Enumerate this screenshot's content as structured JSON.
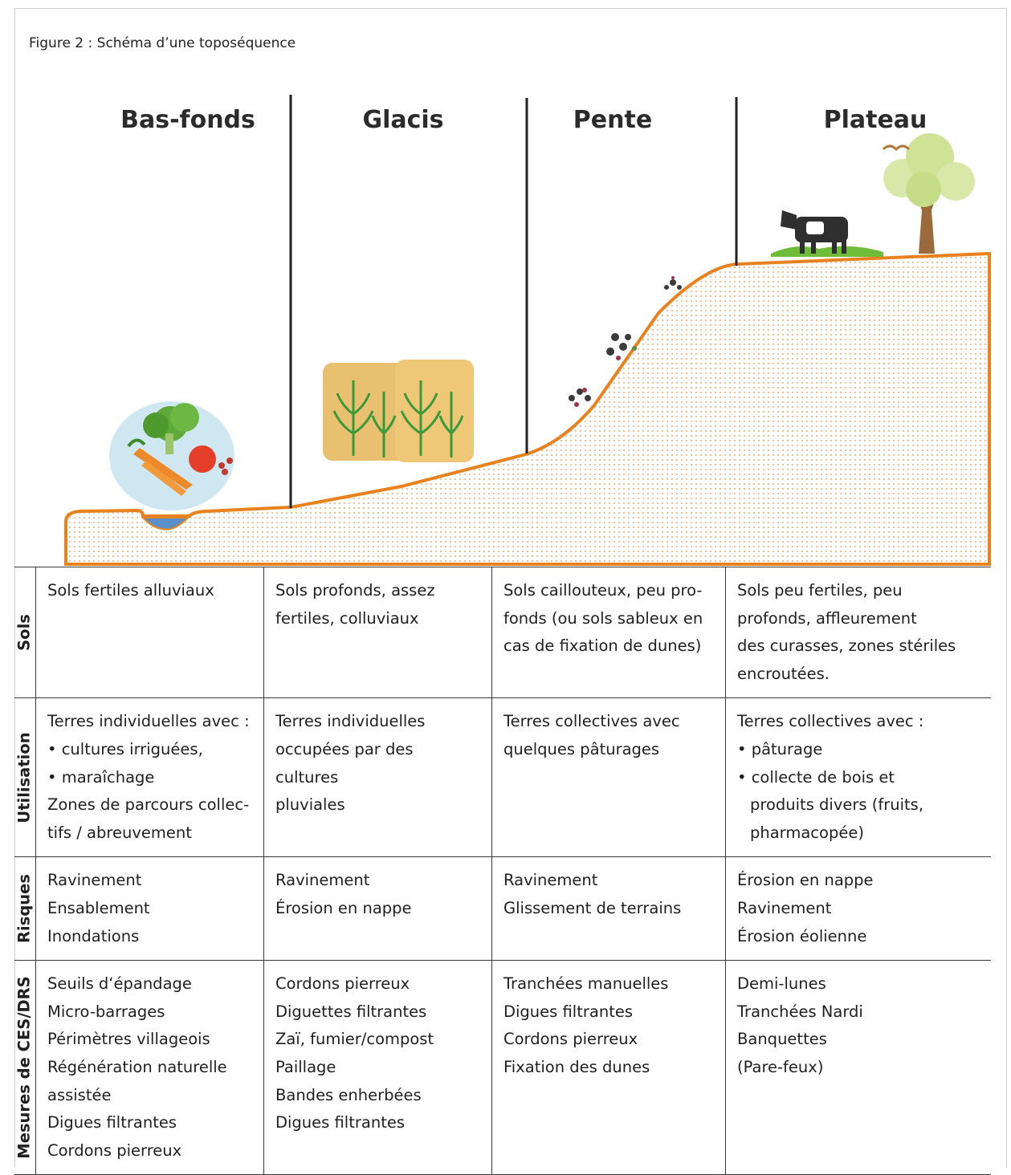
{
  "caption": "Figure 2 : Schéma d’une toposéquence",
  "zones": [
    "Bas-fonds",
    "Glacis",
    "Pente",
    "Plateau"
  ],
  "rows": [
    {
      "label": "Sols",
      "cells": [
        [
          "Sols fertiles alluviaux"
        ],
        [
          "Sols profonds, assez",
          "fertiles, colluviaux"
        ],
        [
          "Sols caillouteux, peu pro-",
          "fonds (ou sols sableux en",
          "cas de fixation de dunes)"
        ],
        [
          "Sols peu fertiles, peu",
          "profonds, affleurement",
          "des curasses, zones stériles",
          "encroutées."
        ]
      ]
    },
    {
      "label": "Utilisation",
      "cells": [
        [
          "Terres individuelles avec :",
          "• cultures irriguées,",
          "• maraîchage",
          "Zones de parcours collec-",
          "tifs  / abreuvement"
        ],
        [
          "Terres individuelles",
          "occupées par des cultures",
          "pluviales"
        ],
        [
          "Terres collectives  avec",
          "quelques pâturages"
        ],
        [
          "Terres collectives  avec :",
          "• pâturage",
          "• collecte de bois et",
          "produits divers (fruits,",
          "pharmacopée)"
        ]
      ]
    },
    {
      "label": "Risques",
      "cells": [
        [
          "Ravinement",
          "Ensablement",
          "Inondations"
        ],
        [
          "Ravinement",
          "Érosion en nappe"
        ],
        [
          "Ravinement",
          "Glissement de terrains"
        ],
        [
          "Érosion en nappe",
          "Ravinement",
          "Érosion éolienne"
        ]
      ]
    },
    {
      "label": "Mesures de CES/DRS",
      "cells": [
        [
          "Seuils d‘épandage",
          "Micro-barrages",
          "Périmètres villageois",
          "Régénération naturelle",
          "assistée",
          "Digues filtrantes",
          "Cordons pierreux"
        ],
        [
          "Cordons pierreux",
          "Diguettes filtrantes",
          "Zaï, fumier/compost",
          "Paillage",
          "Bandes enherbées",
          "Digues filtrantes"
        ],
        [
          "Tranchées manuelles",
          "Digues filtrantes",
          "Cordons pierreux",
          "Fixation des dunes"
        ],
        [
          "Demi-lunes",
          "Tranchées Nardi",
          "Banquettes",
          "(Pare-feux)"
        ]
      ]
    }
  ],
  "colors": {
    "ground_line": "#e8821e",
    "ground_dots": "#f2c69a",
    "field": "#e9c070",
    "water": "#5b8fc9"
  },
  "illustrations": [
    "vegetable-bowl-icon",
    "maize-field-icon",
    "shrub-icon",
    "cow-icon",
    "tree-icon",
    "bird-icon"
  ]
}
